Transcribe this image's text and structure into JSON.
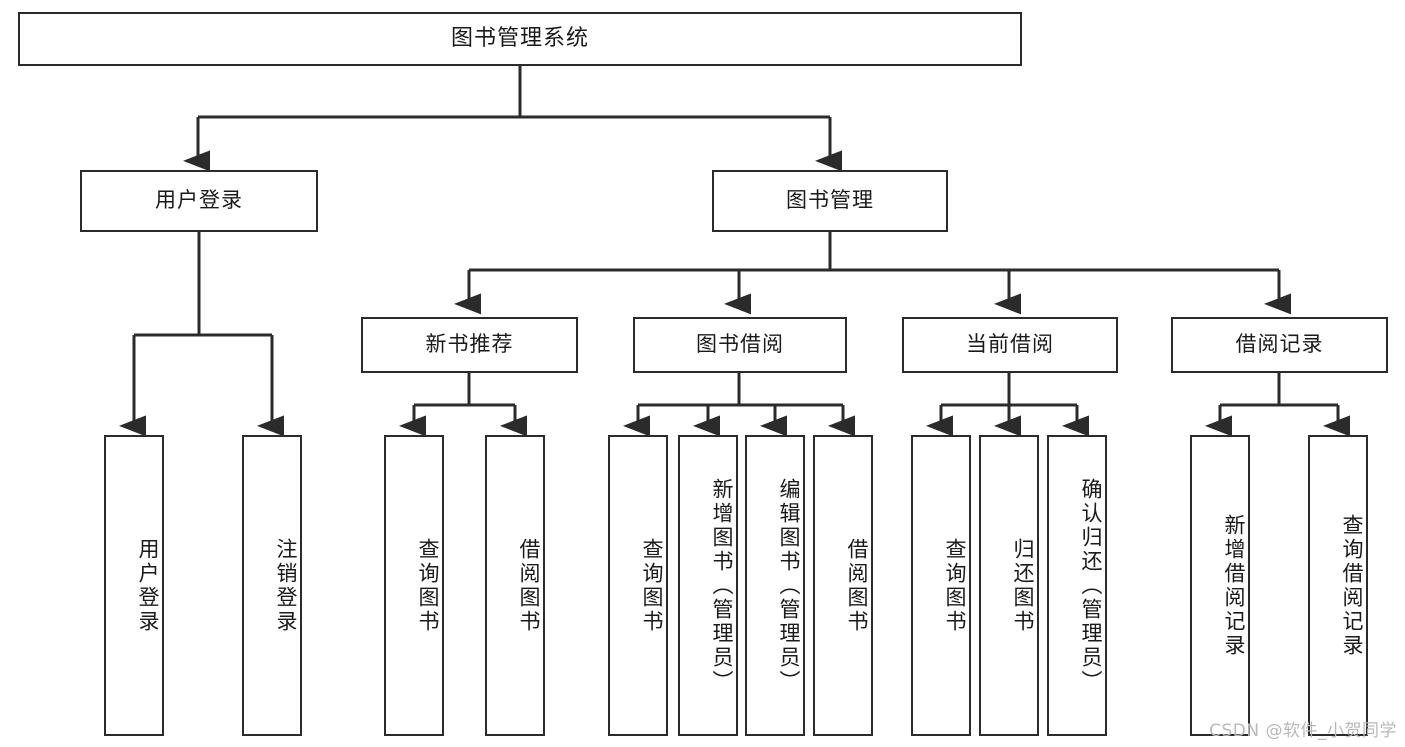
{
  "diagram": {
    "title": "图书管理系统",
    "type": "hierarchy-tree",
    "colors": {
      "background": "#ffffff",
      "node_border": "#2b2b2b",
      "node_fill": "#ffffff",
      "edge": "#2b2b2b",
      "text": "#1a1a1a",
      "watermark": "#b9b9b9"
    },
    "root": {
      "label": "图书管理系统"
    },
    "level1": [
      {
        "id": "user-login",
        "label": "用户登录"
      },
      {
        "id": "book-manage",
        "label": "图书管理"
      }
    ],
    "level2": [
      {
        "id": "new-book-recommend",
        "label": "新书推荐",
        "parent": "book-manage"
      },
      {
        "id": "book-borrow",
        "label": "图书借阅",
        "parent": "book-manage"
      },
      {
        "id": "current-borrow",
        "label": "当前借阅",
        "parent": "book-manage"
      },
      {
        "id": "borrow-record",
        "label": "借阅记录",
        "parent": "book-manage"
      }
    ],
    "leaves": [
      {
        "id": "leaf-user-login",
        "label": "用户登录",
        "parent": "user-login"
      },
      {
        "id": "leaf-logout-login",
        "label": "注销登录",
        "parent": "user-login"
      },
      {
        "id": "leaf-query-book-1",
        "label": "查询图书",
        "parent": "new-book-recommend"
      },
      {
        "id": "leaf-borrow-book-1",
        "label": "借阅图书",
        "parent": "new-book-recommend"
      },
      {
        "id": "leaf-query-book-2",
        "label": "查询图书",
        "parent": "book-borrow"
      },
      {
        "id": "leaf-add-book",
        "label": "新增图书（管理员）",
        "parent": "book-borrow"
      },
      {
        "id": "leaf-edit-book",
        "label": "编辑图书（管理员）",
        "parent": "book-borrow"
      },
      {
        "id": "leaf-borrow-book-2",
        "label": "借阅图书",
        "parent": "book-borrow"
      },
      {
        "id": "leaf-query-book-3",
        "label": "查询图书",
        "parent": "current-borrow"
      },
      {
        "id": "leaf-return-book",
        "label": "归还图书",
        "parent": "current-borrow"
      },
      {
        "id": "leaf-confirm-return",
        "label": "确认归还（管理员）",
        "parent": "current-borrow"
      },
      {
        "id": "leaf-add-record",
        "label": "新增借阅记录",
        "parent": "borrow-record"
      },
      {
        "id": "leaf-query-record",
        "label": "查询借阅记录",
        "parent": "borrow-record"
      }
    ],
    "watermark": "CSDN @软件_小贺同学"
  }
}
